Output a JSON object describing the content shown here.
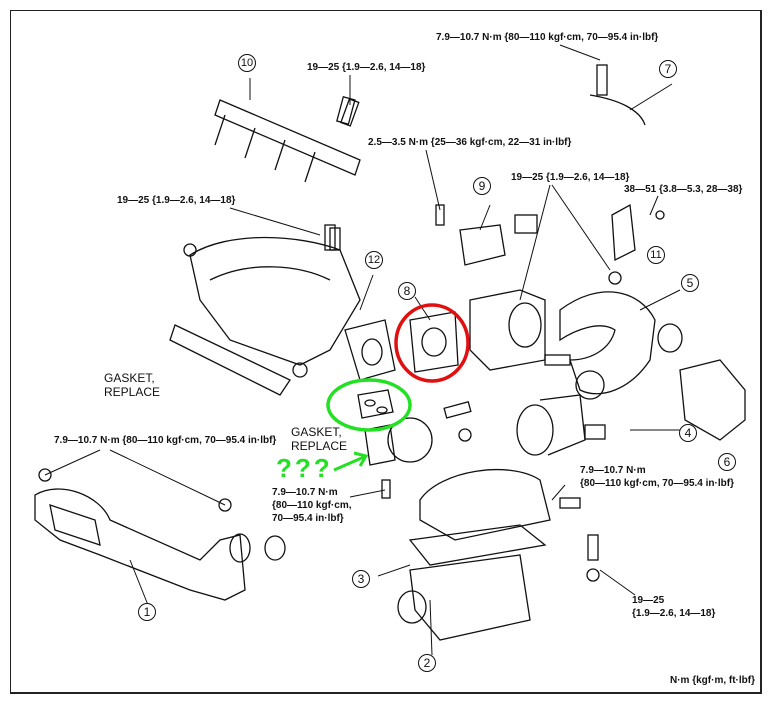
{
  "callouts": [
    "1",
    "2",
    "3",
    "4",
    "5",
    "6",
    "7",
    "8",
    "9",
    "10",
    "11",
    "12"
  ],
  "torque": {
    "t7": "7.9—10.7 N·m {80—110 kgf·cm, 70—95.4 in·lbf}",
    "t10": "19—25 {1.9—2.6, 14—18}",
    "t9": "2.5—3.5 N·m {25—36 kgf·cm, 22—31 in·lbf}",
    "t_throttle": "19—25 {1.9—2.6, 14—18}",
    "t11": "38—51 {3.8—5.3, 28—38}",
    "t_manifold": "19—25 {1.9—2.6, 14—18}",
    "t1": "7.9—10.7 N·m {80—110 kgf·cm, 70—95.4 in·lbf}",
    "t_iac_line1": "7.9—10.7 N·m",
    "t_iac_line2": "{80—110 kgf·cm,",
    "t_iac_line3": "70—95.4 in·lbf}",
    "t_maf_line1": "7.9—10.7 N·m",
    "t_maf_line2": "{80—110 kgf·cm, 70—95.4 in·lbf}",
    "t_bolt_line1": "19—25",
    "t_bolt_line2": "{1.9—2.6, 14—18}"
  },
  "gasket1": {
    "line1": "GASKET,",
    "line2": "REPLACE"
  },
  "gasket2": {
    "line1": "GASKET,",
    "line2": "REPLACE"
  },
  "annotation": {
    "question": "???",
    "color_green": "#22e022",
    "color_red": "#e01010"
  },
  "units_note": "N·m {kgf·m, ft·lbf}"
}
